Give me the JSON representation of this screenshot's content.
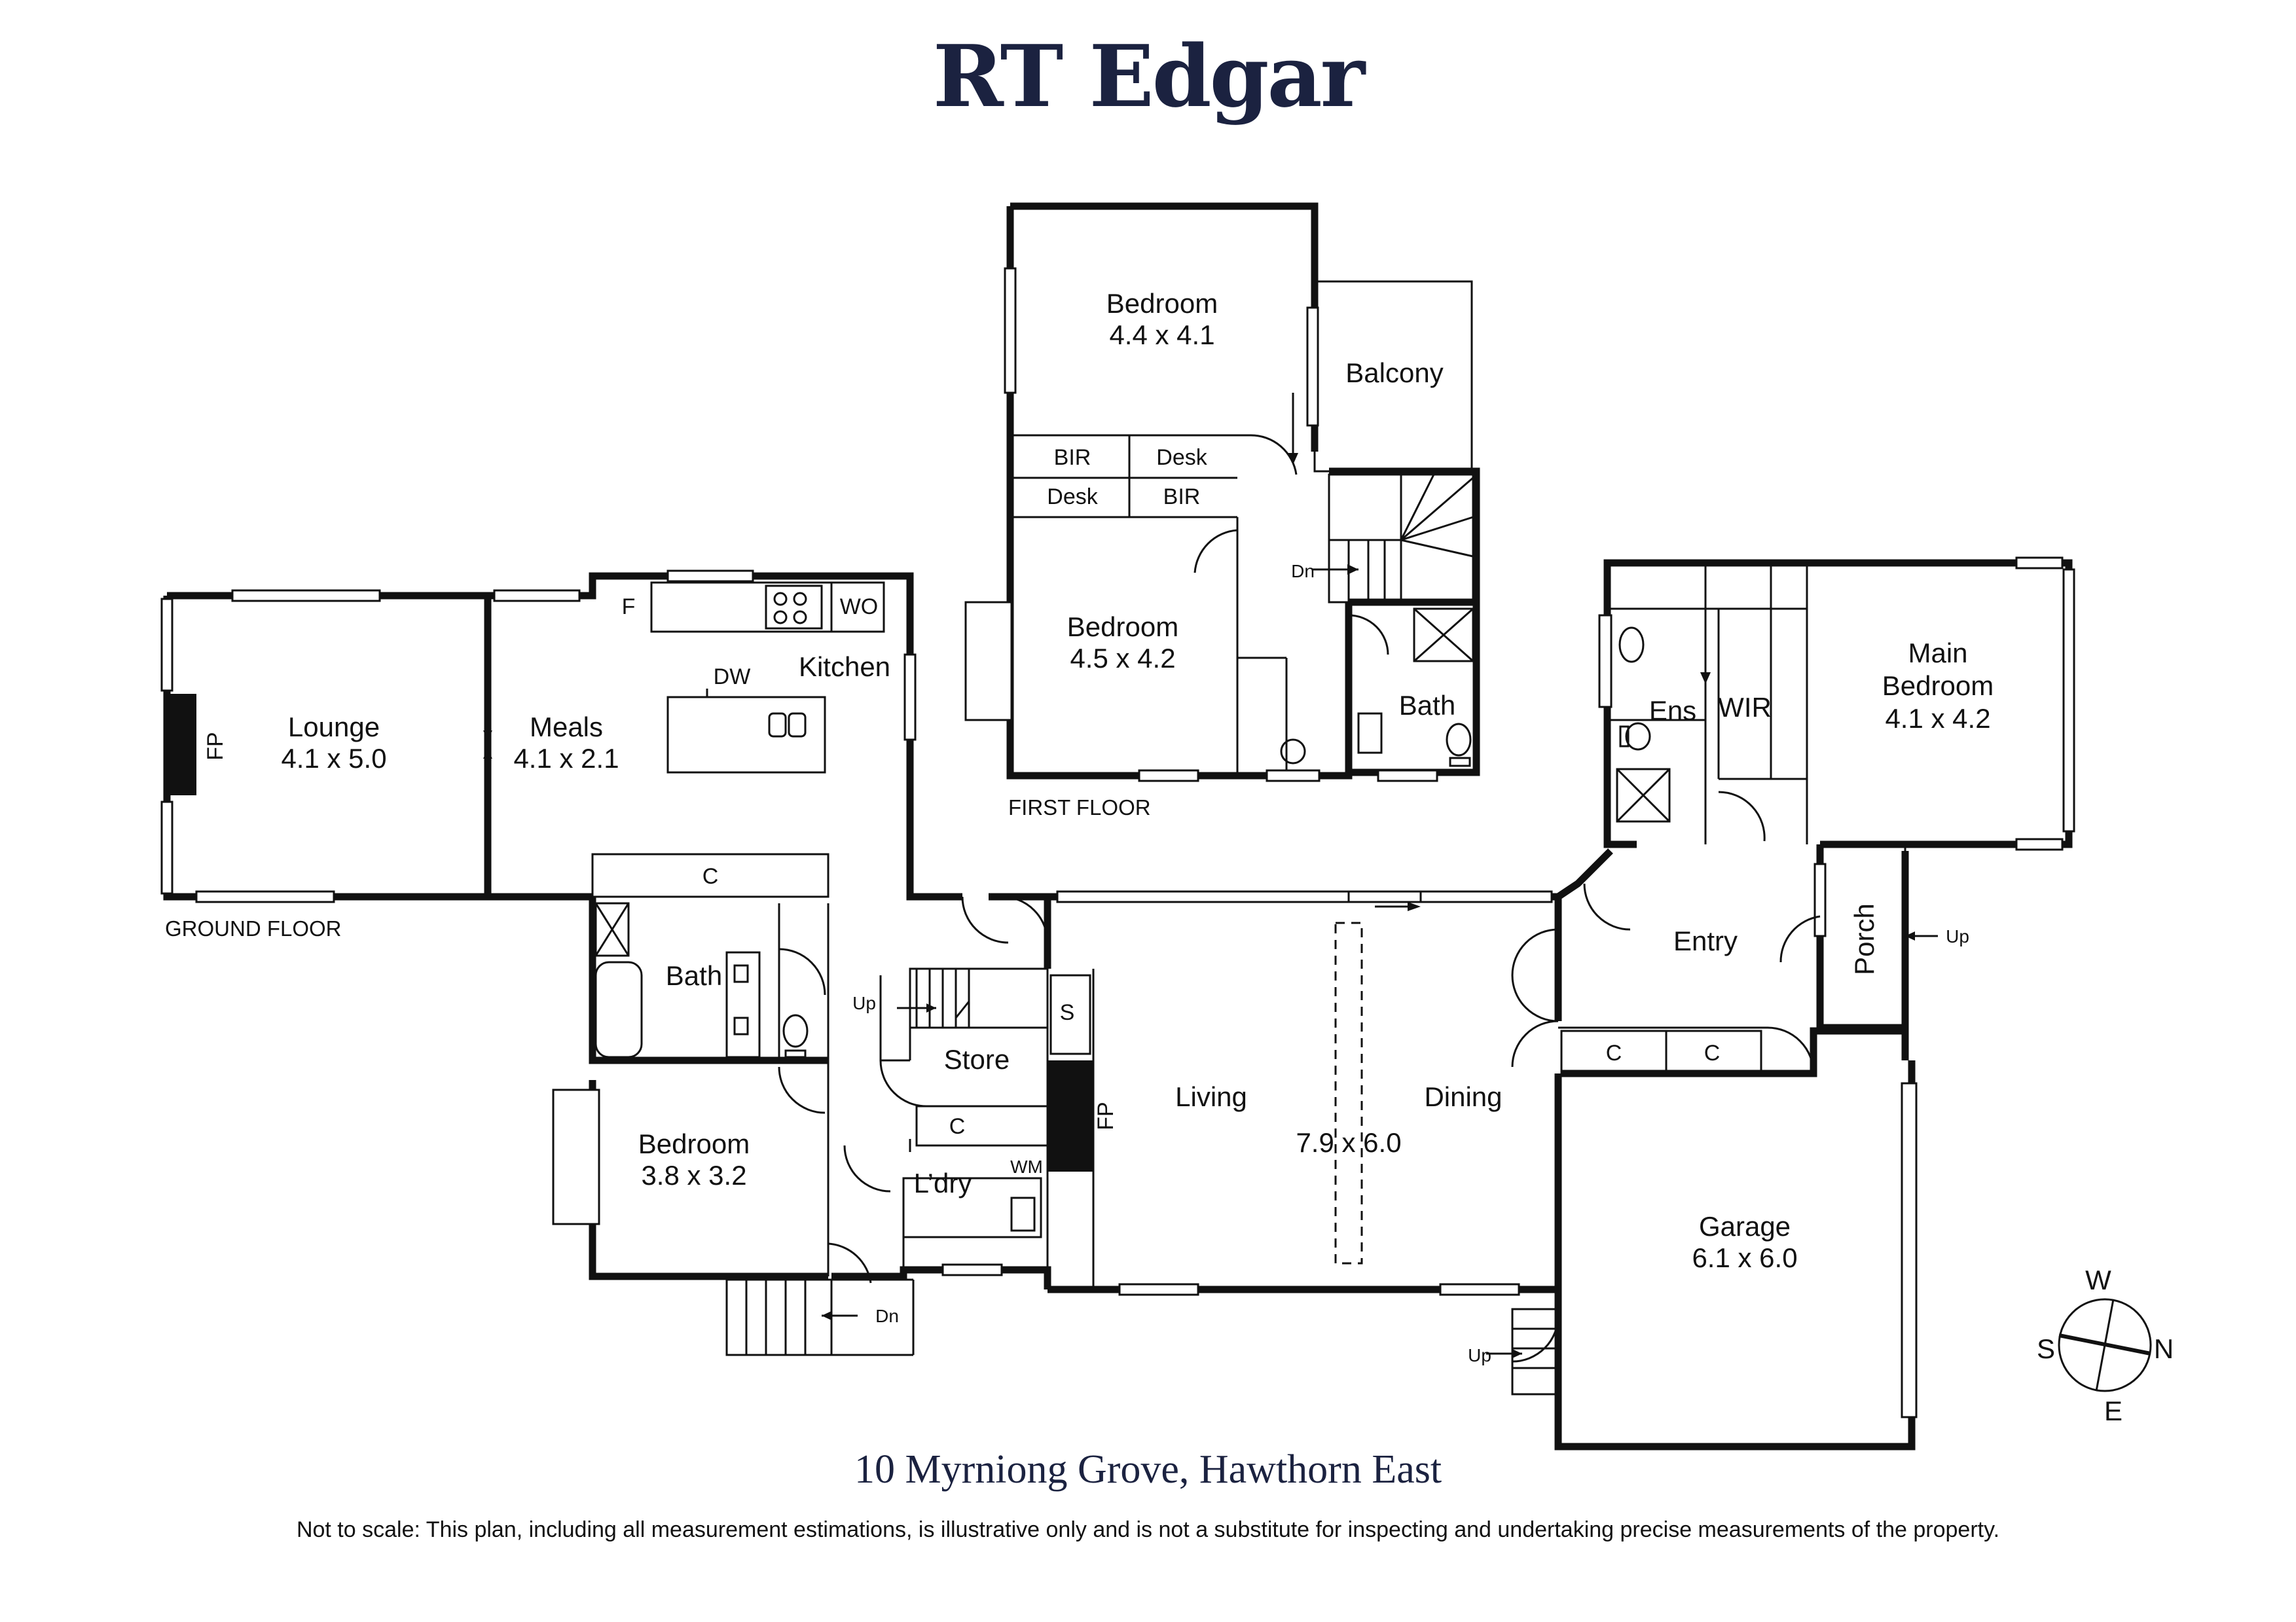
{
  "brand": "RT Edgar",
  "address": "10 Myrniong Grove, Hawthorn East",
  "disclaimer": "Not to scale: This plan, including all measurement estimations, is illustrative only and is not a substitute for inspecting and undertaking precise measurements of the property.",
  "floors": {
    "ground": "GROUND FLOOR",
    "first": "FIRST FLOOR"
  },
  "rooms": {
    "lounge": {
      "name": "Lounge",
      "size": "4.1 x 5.0"
    },
    "meals": {
      "name": "Meals",
      "size": "4.1 x 2.1"
    },
    "kitchen": {
      "name": "Kitchen"
    },
    "bath_ground": {
      "name": "Bath"
    },
    "store": {
      "name": "Store"
    },
    "bedroom_ground": {
      "name": "Bedroom",
      "size": "3.8 x 3.2"
    },
    "laundry": {
      "name": "L’dry"
    },
    "living": {
      "name": "Living"
    },
    "dining": {
      "name": "Dining"
    },
    "living_dining_size": "7.9 x 6.0",
    "entry": {
      "name": "Entry"
    },
    "porch": {
      "name": "Porch"
    },
    "garage": {
      "name": "Garage",
      "size": "6.1 x 6.0"
    },
    "main_bedroom": {
      "name_line1": "Main",
      "name_line2": "Bedroom",
      "size": "4.1 x 4.2"
    },
    "ens": {
      "name": "Ens"
    },
    "wir": {
      "name": "WIR"
    },
    "bedroom_first_a": {
      "name": "Bedroom",
      "size": "4.4 x 4.1"
    },
    "bedroom_first_b": {
      "name": "Bedroom",
      "size": "4.5 x 4.2"
    },
    "balcony": {
      "name": "Balcony"
    },
    "bath_first": {
      "name": "Bath"
    }
  },
  "fixtures": {
    "fp": "FP",
    "f": "F",
    "wo": "WO",
    "dw": "DW",
    "c": "C",
    "s": "S",
    "wm": "WM",
    "bir": "BIR",
    "desk": "Desk"
  },
  "stairs": {
    "up": "Up",
    "dn": "Dn"
  },
  "compass": {
    "n": "N",
    "s": "S",
    "e": "E",
    "w": "W"
  }
}
